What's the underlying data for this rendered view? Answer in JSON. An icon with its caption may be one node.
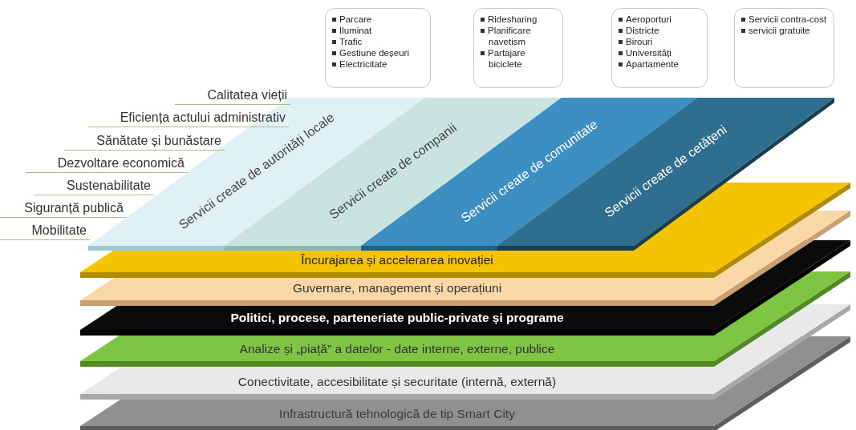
{
  "diagram": {
    "nodes": [
      {
        "text": [
          "Parcare",
          "Iluminat",
          "Trafic",
          "Gestiune deșeuri",
          "Electricitate"
        ]
      },
      {
        "text": [
          "Ridesharing",
          "Planificare navetism",
          "Partajare biciclete"
        ]
      },
      {
        "text": [
          "Aeroporturi",
          "Districte",
          "Birouri",
          "Universități",
          "Apartamente"
        ]
      },
      {
        "text": [
          "Servicii contra-cost",
          "servicii gratuite"
        ]
      },
      {
        "text": [
          "Servicii create de autorități locale"
        ]
      },
      {
        "text": [
          "Servicii create de companii"
        ]
      },
      {
        "text": [
          "Servicii create de comunitate"
        ]
      },
      {
        "text": [
          "Servicii create de cetățeni"
        ]
      },
      {
        "text": [
          "Încurajarea și accelerarea inovației"
        ]
      },
      {
        "text": [
          "Guvernare, management și operațiuni"
        ]
      },
      {
        "text": [
          "Politici, procese, parteneriate public-private și programe"
        ]
      },
      {
        "text": [
          "Analize și „piață” a datelor - date interne, externe, publice"
        ]
      },
      {
        "text": [
          "Conectivitate, accesibilitate și securitate (internă, externă)"
        ]
      },
      {
        "text": [
          "Infrastructură tehnologică de tip Smart City"
        ]
      }
    ],
    "labels": [
      "Calitatea vieții",
      "Eficiența actului administrativ",
      "Sănătate și bunăstare",
      "Dezvoltare economică",
      "Sustenabilitate",
      "Siguranță publică",
      "Mobilitate"
    ]
  }
}
